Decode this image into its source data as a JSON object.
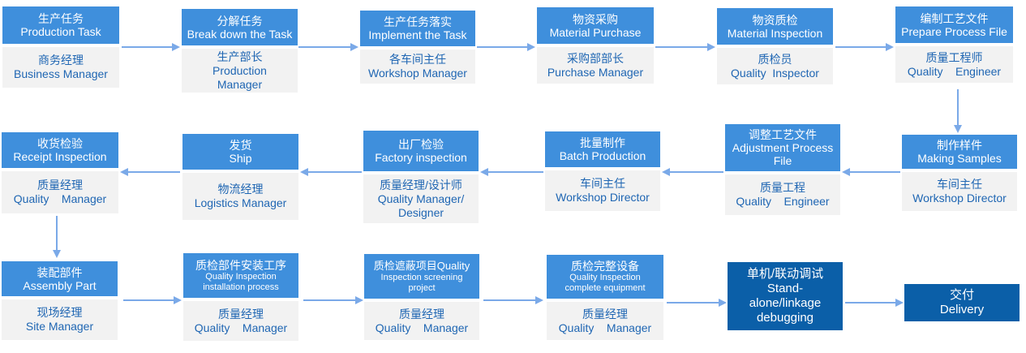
{
  "row1": [
    {
      "title_cn": "生产任务",
      "title_en": "Production Task",
      "role_cn": "商务经理",
      "role_en": "Business Manager"
    },
    {
      "title_cn": "分解任务",
      "title_en": "Break down the Task",
      "role_cn": "生产部长",
      "role_en": "Production Manager"
    },
    {
      "title_cn": "生产任务落实",
      "title_en": "Implement the Task",
      "role_cn": "各车间主任",
      "role_en": "Workshop Manager"
    },
    {
      "title_cn": "物资采购",
      "title_en": "Material Purchase",
      "role_cn": "采购部部长",
      "role_en": "Purchase Manager"
    },
    {
      "title_cn": "物资质检",
      "title_en": "Material Inspection",
      "role_cn": "质检员",
      "role_en": "Quality  Inspector"
    },
    {
      "title_cn": "编制工艺文件",
      "title_en": "Prepare Process File",
      "role_cn": "质量工程师",
      "role_en": "Quality    Engineer"
    }
  ],
  "row2": [
    {
      "title_cn": "收货检验",
      "title_en": "Receipt Inspection",
      "role_cn": "质量经理",
      "role_en": "Quality    Manager"
    },
    {
      "title_cn": "发货",
      "title_en": "Ship",
      "role_cn": "物流经理",
      "role_en": "Logistics Manager"
    },
    {
      "title_cn": "出厂检验",
      "title_en": "Factory inspection",
      "role_cn": "质量经理/设计师",
      "role_en": "Quality Manager/ Designer"
    },
    {
      "title_cn": "批量制作",
      "title_en": "Batch Production",
      "role_cn": "车间主任",
      "role_en": "Workshop Director"
    },
    {
      "title_cn": "调整工艺文件",
      "title_en": "Adjustment Process File",
      "role_cn": "质量工程",
      "role_en": "Quality    Engineer"
    },
    {
      "title_cn": "制作样件",
      "title_en": "Making Samples",
      "role_cn": "车间主任",
      "role_en": "Workshop Director"
    }
  ],
  "row3": [
    {
      "title_cn": "装配部件",
      "title_en": "Assembly Part",
      "role_cn": "现场经理",
      "role_en": "Site Manager"
    },
    {
      "title_cn": "质检部件安装工序",
      "title_en": "Quality Inspection installation process",
      "role_cn": "质量经理",
      "role_en": "Quality    Manager"
    },
    {
      "title_cn": "质检遮蔽项目Quality",
      "title_en": "Inspection screening project",
      "role_cn": "质量经理",
      "role_en": "Quality    Manager"
    },
    {
      "title_cn": "质检完整设备",
      "title_en": "Quality Inspection complete equipment",
      "role_cn": "质量经理",
      "role_en": "Quality    Manager"
    }
  ],
  "final": [
    {
      "title_cn": "单机/联动调试",
      "title_en": "Stand-alone/linkage debugging"
    },
    {
      "title_cn": "交付",
      "title_en": "Delivery"
    }
  ],
  "colors": {
    "header": "#3f8fdc",
    "body_bg": "#f2f2f2",
    "body_text": "#1f66b3",
    "dark_box": "#0b5fa8",
    "arrow": "#7aa9e8"
  }
}
